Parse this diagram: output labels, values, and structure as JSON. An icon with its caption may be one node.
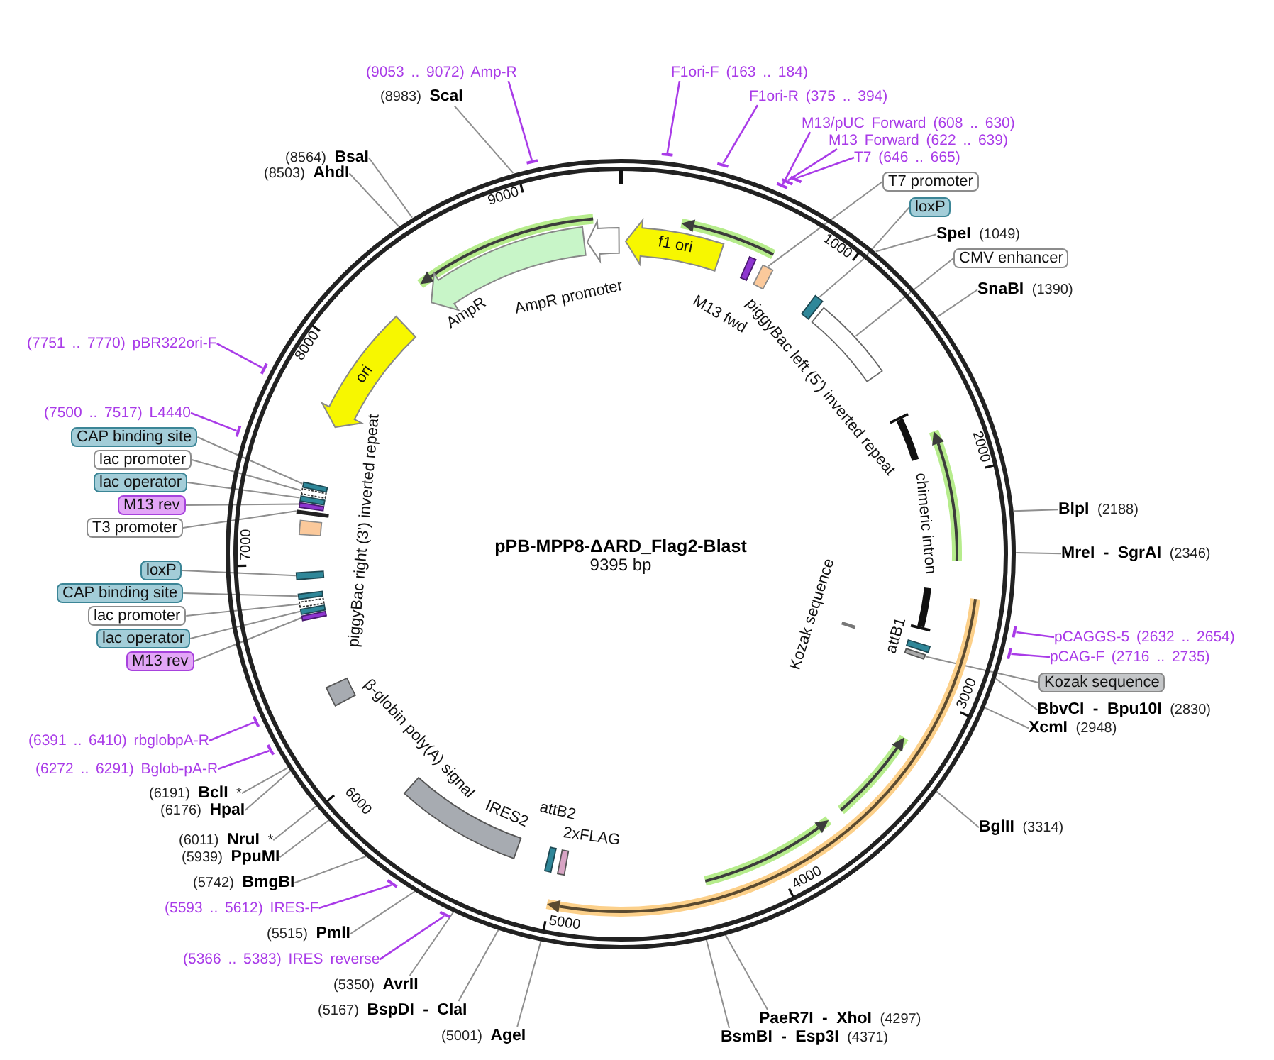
{
  "diagram": {
    "title": "pPB-MPP8-ΔARD_Flag2-Blast",
    "nodes": [
      {
        "text": [],
        "shape": "circle"
      },
      {
        "text": [
          "(9053 .. 9072) Amp-R"
        ]
      },
      {
        "text": [
          "F1ori-F (163 .. 184)"
        ]
      },
      {
        "text": [
          "(8983) **ScaI**"
        ]
      },
      {
        "text": [
          "F1ori-R (375 .. 394)"
        ]
      },
      {
        "text": [
          "M13/pUC Forward (608 .. 630)"
        ]
      },
      {
        "text": [
          "M13 Forward (622 .. 639)"
        ]
      },
      {
        "text": [
          "(8564) **BsaI**"
        ]
      },
      {
        "text": [
          "T7 (646 .. 665)"
        ]
      },
      {
        "text": [
          "(8503) **AhdI**"
        ]
      },
      {
        "text": [
          "T7 promoter"
        ]
      },
      {
        "text": [
          "loxP"
        ]
      },
      {
        "text": [
          "**SpeI** (1049)"
        ]
      },
      {
        "text": [
          "CMV enhancer"
        ]
      },
      {
        "text": [
          "**SnaBI** (1390)"
        ]
      },
      {
        "text": [
          "(7751 .. 7770) pBR322ori-F"
        ]
      },
      {
        "text": [
          "(7500 .. 7517) L4440"
        ]
      },
      {
        "text": [
          "CAP binding site"
        ]
      },
      {
        "text": [
          "lac promoter"
        ]
      },
      {
        "text": [
          "lac operator"
        ]
      },
      {
        "text": [
          "M13 rev"
        ]
      },
      {
        "text": [
          "**BlpI** (2188)"
        ]
      },
      {
        "text": [
          "T3 promoter"
        ]
      },
      {
        "text": [
          "**MreI - SgrAI** (2346)"
        ]
      },
      {
        "text": [
          "loxP"
        ]
      },
      {
        "text": [
          "CAP binding site"
        ]
      },
      {
        "text": [
          "lac promoter"
        ]
      },
      {
        "text": [
          "pCAGGS-5 (2632 .. 2654)"
        ]
      },
      {
        "text": [
          "lac operator"
        ]
      },
      {
        "text": [
          "pCAG-F (2716 .. 2735)"
        ]
      },
      {
        "text": [
          "M13 rev"
        ]
      },
      {
        "text": [
          "Kozak sequence"
        ]
      },
      {
        "text": [
          "**BbvCI - Bpu10I** (2830)"
        ]
      },
      {
        "text": [
          "**XcmI** (2948)"
        ]
      },
      {
        "text": [
          "(6391 .. 6410) rbglobpA-R"
        ]
      },
      {
        "text": [
          "(6272 .. 6291) Bglob-pA-R"
        ]
      },
      {
        "text": [
          "(6191) **BclI** *"
        ]
      },
      {
        "text": [
          "(6176) **HpaI**"
        ]
      },
      {
        "text": [
          "**BglII** (3314)"
        ]
      },
      {
        "text": [
          "(6011) **NruI** *"
        ]
      },
      {
        "text": [
          "(5939) **PpuMI**"
        ]
      },
      {
        "text": [
          "(5742) **BmgBI**"
        ]
      },
      {
        "text": [
          "(5593 .. 5612) IRES-F"
        ]
      },
      {
        "text": [
          "(5515) **PmlI**"
        ]
      },
      {
        "text": [
          "(5366 .. 5383) IRES reverse"
        ]
      },
      {
        "text": [
          "(5350) **AvrII**"
        ]
      },
      {
        "text": [
          "(5167) **BspDI - ClaI**"
        ]
      },
      {
        "text": [
          "**PaeR7I - XhoI** (4297)"
        ]
      },
      {
        "text": [
          "(5001) **AgeI**"
        ]
      },
      {
        "text": [
          "**BsmBI - Esp3I** (4371)"
        ]
      },
      {
        "text": [
          "f1 ori"
        ],
        "in": 0
      },
      {
        "text": [
          "M13 fwd"
        ],
        "in": 0
      },
      {
        "text": [
          "chimeric intron"
        ],
        "in": 0
      },
      {
        "text": [
          "attB1"
        ],
        "in": 0
      },
      {
        "text": [
          "Kozak sequence"
        ],
        "in": 0
      },
      {
        "text": [
          "2xFLAG"
        ],
        "in": 0
      },
      {
        "text": [
          "attB2"
        ],
        "in": 0
      },
      {
        "text": [
          "IRES2"
        ],
        "in": 0
      },
      {
        "text": [
          "β-globin poly(A) signal"
        ],
        "in": 0
      },
      {
        "text": [
          "ori"
        ],
        "in": 0
      },
      {
        "text": [
          "AmpR"
        ],
        "in": 0
      },
      {
        "text": [
          "AmpR promoter"
        ],
        "in": 0
      },
      {
        "text": [],
        "shape": "bar"
      },
      {
        "text": [],
        "shape": "bar"
      },
      {
        "text": [],
        "shape": "bar"
      },
      {
        "text": [],
        "shape": "bar"
      },
      {
        "text": [],
        "shape": "bar"
      },
      {
        "text": [],
        "shape": "bar"
      },
      {
        "text": [],
        "shape": "bar"
      },
      {
        "text": [],
        "shape": "bar"
      },
      {
        "text": [],
        "shape": "bar"
      },
      {
        "text": [],
        "shape": "bar"
      },
      {
        "text": [],
        "shape": "bar"
      },
      {
        "text": [],
        "shape": "bar"
      },
      {
        "text": [],
        "shape": "bar"
      },
      {
        "text": [],
        "shape": "bar"
      },
      {
        "text": [],
        "shape": "box",
        "in": 0
      },
      {
        "text": [],
        "shape": "box",
        "in": 0
      },
      {
        "text": [],
        "shape": "box",
        "in": 0
      },
      {
        "text": [],
        "shape": "box",
        "in": 0
      },
      {
        "text": [],
        "shape": "box",
        "in": 0
      },
      {
        "text": [],
        "shape": "box",
        "in": 0
      },
      {
        "text": [],
        "shape": "box",
        "in": 0
      },
      {
        "text": [],
        "shape": "box",
        "in": 0
      },
      {
        "text": [],
        "shape": "box",
        "in": 0
      },
      {
        "text": [],
        "shape": "box",
        "in": 0
      },
      {
        "text": [],
        "shape": "box",
        "in": 0
      },
      {
        "text": [],
        "shape": "box",
        "in": 0
      },
      {
        "text": [],
        "shape": "box",
        "in": 0
      },
      {
        "text": [],
        "shape": "box",
        "in": 0
      },
      {
        "text": [],
        "shape": "box",
        "in": 0
      },
      {
        "text": [],
        "shape": "arrow",
        "in": 0
      },
      {
        "text": [],
        "shape": "arrow",
        "in": 0
      },
      {
        "text": [],
        "shape": "arrow",
        "in": 0
      },
      {
        "text": [],
        "shape": "arrow",
        "in": 0
      },
      {
        "text": [],
        "shape": "arrow",
        "in": 0
      },
      {
        "text": [],
        "shape": "arrow",
        "in": 0
      }
    ],
    "edges": [
      {
        "from": 1,
        "to": 75,
        "arrow": "none",
        "color": "#a93be8"
      },
      {
        "from": 2,
        "to": 62,
        "arrow": "none",
        "color": "#a93be8"
      },
      {
        "from": 3,
        "to": 0,
        "arrow": "none"
      },
      {
        "from": 4,
        "to": 63,
        "arrow": "none",
        "color": "#a93be8"
      },
      {
        "from": 5,
        "to": 64,
        "arrow": "none",
        "color": "#a93be8"
      },
      {
        "from": 6,
        "to": 65,
        "arrow": "none",
        "color": "#a93be8"
      },
      {
        "from": 7,
        "to": 0,
        "arrow": "none"
      },
      {
        "from": 8,
        "to": 66,
        "arrow": "none",
        "color": "#a93be8"
      },
      {
        "from": 9,
        "to": 0,
        "arrow": "none"
      },
      {
        "from": 10,
        "to": 76,
        "arrow": "none"
      },
      {
        "from": 11,
        "to": 77,
        "arrow": "none"
      },
      {
        "from": 12,
        "to": 0,
        "arrow": "none"
      },
      {
        "from": 13,
        "to": 78,
        "arrow": "none"
      },
      {
        "from": 14,
        "to": 0,
        "arrow": "none"
      },
      {
        "from": 15,
        "to": 74,
        "arrow": "none",
        "color": "#a93be8"
      },
      {
        "from": 16,
        "to": 73,
        "arrow": "none",
        "color": "#a93be8"
      },
      {
        "from": 17,
        "to": 80,
        "arrow": "none"
      },
      {
        "from": 18,
        "to": 81,
        "arrow": "none"
      },
      {
        "from": 19,
        "to": 82,
        "arrow": "none"
      },
      {
        "from": 20,
        "to": 83,
        "arrow": "none"
      },
      {
        "from": 21,
        "to": 0,
        "arrow": "none"
      },
      {
        "from": 22,
        "to": 84,
        "arrow": "none"
      },
      {
        "from": 23,
        "to": 0,
        "arrow": "none"
      },
      {
        "from": 24,
        "to": 86,
        "arrow": "none"
      },
      {
        "from": 25,
        "to": 87,
        "arrow": "none"
      },
      {
        "from": 26,
        "to": 88,
        "arrow": "none"
      },
      {
        "from": 27,
        "to": 67,
        "arrow": "none",
        "color": "#a93be8"
      },
      {
        "from": 28,
        "to": 89,
        "arrow": "none"
      },
      {
        "from": 29,
        "to": 68,
        "arrow": "none",
        "color": "#a93be8"
      },
      {
        "from": 30,
        "to": 90,
        "arrow": "none"
      },
      {
        "from": 31,
        "to": 79,
        "arrow": "none"
      },
      {
        "from": 32,
        "to": 0,
        "arrow": "none"
      },
      {
        "from": 33,
        "to": 0,
        "arrow": "none"
      },
      {
        "from": 34,
        "to": 72,
        "arrow": "none",
        "color": "#a93be8"
      },
      {
        "from": 35,
        "to": 71,
        "arrow": "none",
        "color": "#a93be8"
      },
      {
        "from": 36,
        "to": 0,
        "arrow": "none"
      },
      {
        "from": 37,
        "to": 0,
        "arrow": "none"
      },
      {
        "from": 38,
        "to": 0,
        "arrow": "none"
      },
      {
        "from": 39,
        "to": 0,
        "arrow": "none"
      },
      {
        "from": 40,
        "to": 0,
        "arrow": "none"
      },
      {
        "from": 41,
        "to": 0,
        "arrow": "none"
      },
      {
        "from": 42,
        "to": 70,
        "arrow": "none",
        "color": "#a93be8"
      },
      {
        "from": 43,
        "to": 0,
        "arrow": "none"
      },
      {
        "from": 44,
        "to": 69,
        "arrow": "none",
        "color": "#a93be8"
      },
      {
        "from": 45,
        "to": 0,
        "arrow": "none"
      },
      {
        "from": 46,
        "to": 0,
        "arrow": "none"
      },
      {
        "from": 47,
        "to": 0,
        "arrow": "none"
      },
      {
        "from": 48,
        "to": 0,
        "arrow": "none"
      },
      {
        "from": 49,
        "to": 0,
        "arrow": "none"
      }
    ],
    "labels": [
      "9000",
      "1000",
      "8000",
      "piggyBac left (5') inverted repeat",
      "2000",
      "piggyBac right (3') inverted repeat",
      "7000",
      "9395 bp",
      "3000",
      "6000",
      "4000",
      "5000"
    ]
  }
}
